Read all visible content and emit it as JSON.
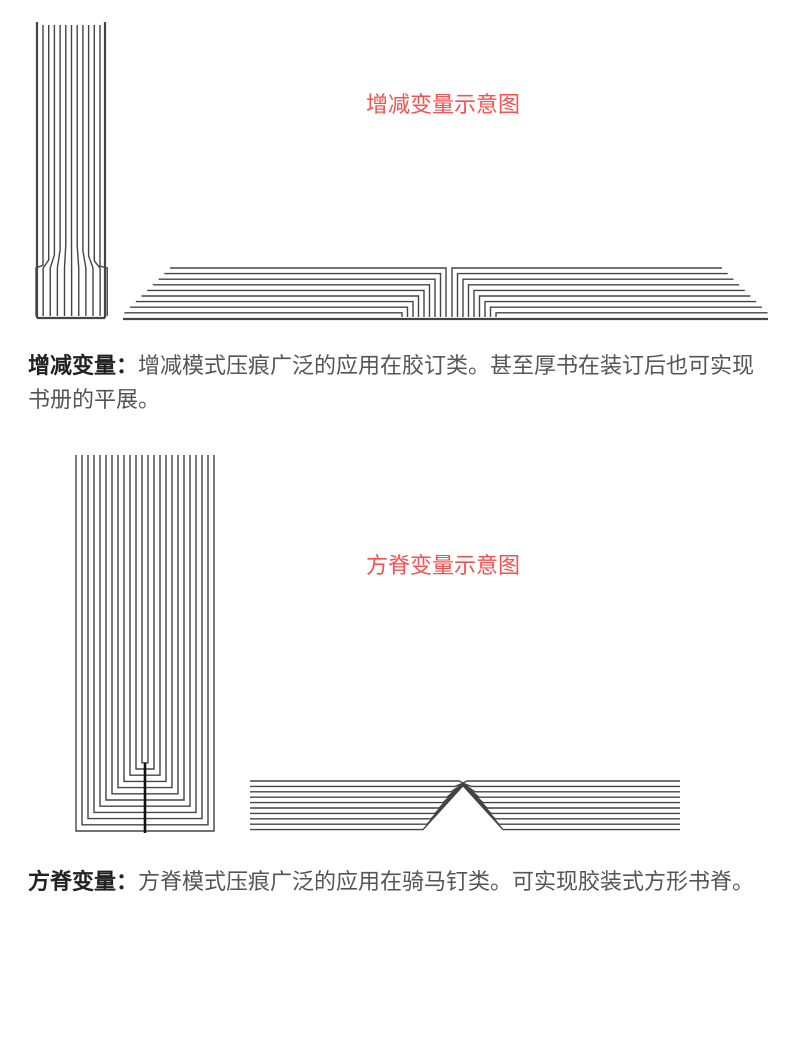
{
  "diagram1": {
    "title": "增减变量示意图",
    "title_color": "#ff4d4d",
    "line_color": "#444444"
  },
  "caption1": {
    "label": "增减变量：",
    "text": "增减模式压痕广泛的应用在胶订类。甚至厚书在装订后也可实现书册的平展。"
  },
  "diagram2": {
    "title": "方脊变量示意图",
    "title_color": "#ff4d4d",
    "line_color": "#444444"
  },
  "caption2": {
    "label": "方脊变量：",
    "text": "方脊模式压痕广泛的应用在骑马钉类。可实现胶装式方形书脊。"
  }
}
